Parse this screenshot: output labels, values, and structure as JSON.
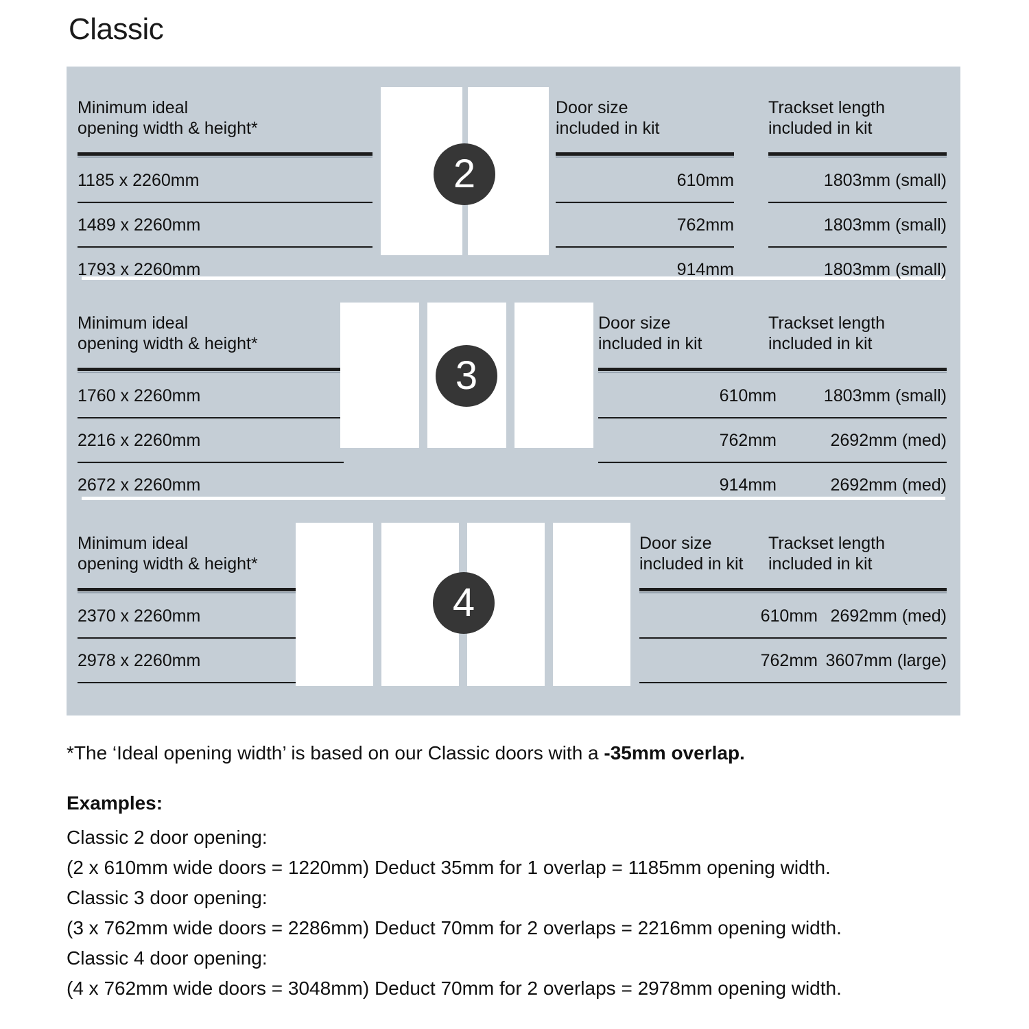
{
  "title": "Classic",
  "column_headers": {
    "opening": "Minimum ideal\nopening width & height*",
    "door_size": "Door size\nincluded in kit",
    "trackset": "Trackset length\nincluded in kit"
  },
  "sections": [
    {
      "badge": "2",
      "door_count": 2,
      "rows": [
        {
          "opening": "1185 x 2260mm",
          "door_size": "610mm",
          "trackset": "1803mm (small)"
        },
        {
          "opening": "1489 x 2260mm",
          "door_size": "762mm",
          "trackset": "1803mm (small)"
        },
        {
          "opening": "1793 x 2260mm",
          "door_size": "914mm",
          "trackset": "1803mm (small)"
        }
      ]
    },
    {
      "badge": "3",
      "door_count": 3,
      "rows": [
        {
          "opening": "1760 x 2260mm",
          "door_size": "610mm",
          "trackset": "1803mm (small)"
        },
        {
          "opening": "2216 x 2260mm",
          "door_size": "762mm",
          "trackset": "2692mm (med)"
        },
        {
          "opening": "2672 x 2260mm",
          "door_size": "914mm",
          "trackset": "2692mm (med)"
        }
      ]
    },
    {
      "badge": "4",
      "door_count": 4,
      "rows": [
        {
          "opening": "2370 x 2260mm",
          "door_size": "610mm",
          "trackset": "2692mm (med)"
        },
        {
          "opening": "2978 x 2260mm",
          "door_size": "762mm",
          "trackset": "3607mm (large)"
        }
      ]
    }
  ],
  "footnote": {
    "text_before": "*The ‘Ideal opening width’ is based on our Classic doors with a ",
    "text_bold": "-35mm overlap."
  },
  "examples": {
    "heading": "Examples:",
    "lines": [
      "Classic 2 door opening:",
      "(2 x 610mm wide doors = 1220mm)  Deduct 35mm for 1 overlap = 1185mm opening width.",
      "Classic 3 door opening:",
      "(3 x 762mm wide doors = 2286mm)  Deduct 70mm for 2 overlaps = 2216mm opening width.",
      "Classic 4 door opening:",
      "(4 x 762mm wide doors = 3048mm)  Deduct 70mm for 2 overlaps = 2978mm opening width."
    ]
  },
  "colors": {
    "panel_bg": "#c5ced6",
    "badge_bg": "#363636",
    "door_fill": "#ffffff",
    "rule": "#1c1c1c"
  }
}
